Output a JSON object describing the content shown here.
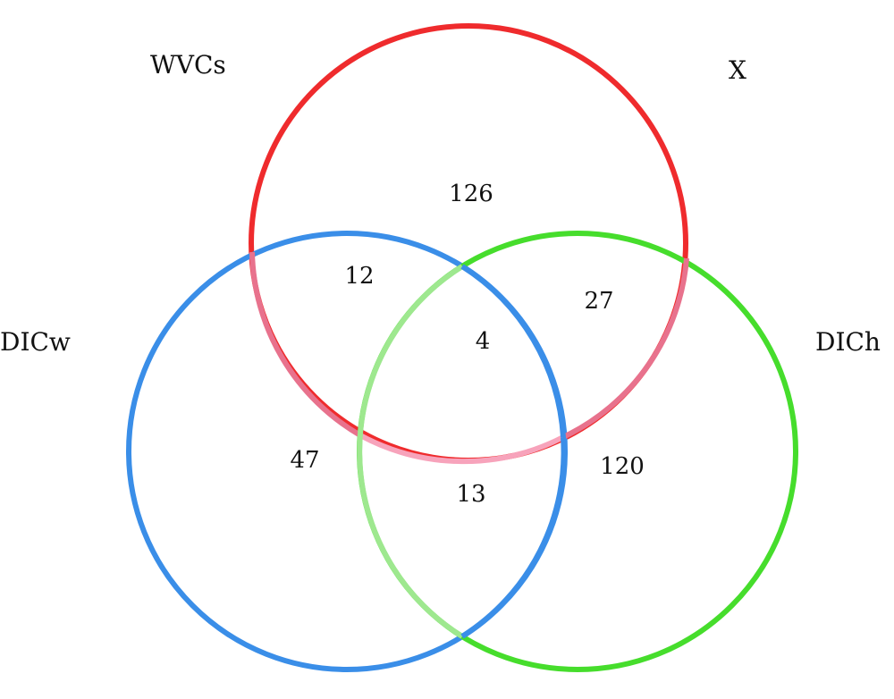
{
  "sets": {
    "wvcs": {
      "label": "WVCs"
    },
    "x": {
      "label": "X"
    },
    "dicw": {
      "label": "DICw"
    },
    "dich": {
      "label": "DICh"
    }
  },
  "regions": {
    "top_only": "126",
    "top_left": "12",
    "top_right": "27",
    "center": "4",
    "left_only": "47",
    "left_right": "13",
    "right_only": "120"
  },
  "colors": {
    "top_circle": "#ef2b2d",
    "left_circle": "#3a8ee8",
    "right_circle": "#46dd2c",
    "top_left_arc": "#e8728d",
    "top_right_arc": "#e8728d",
    "top_bottom_arc": "#f7a3bb",
    "left_inner_arc": "#3a8ee8",
    "right_inner_arc": "#9ee88f"
  }
}
